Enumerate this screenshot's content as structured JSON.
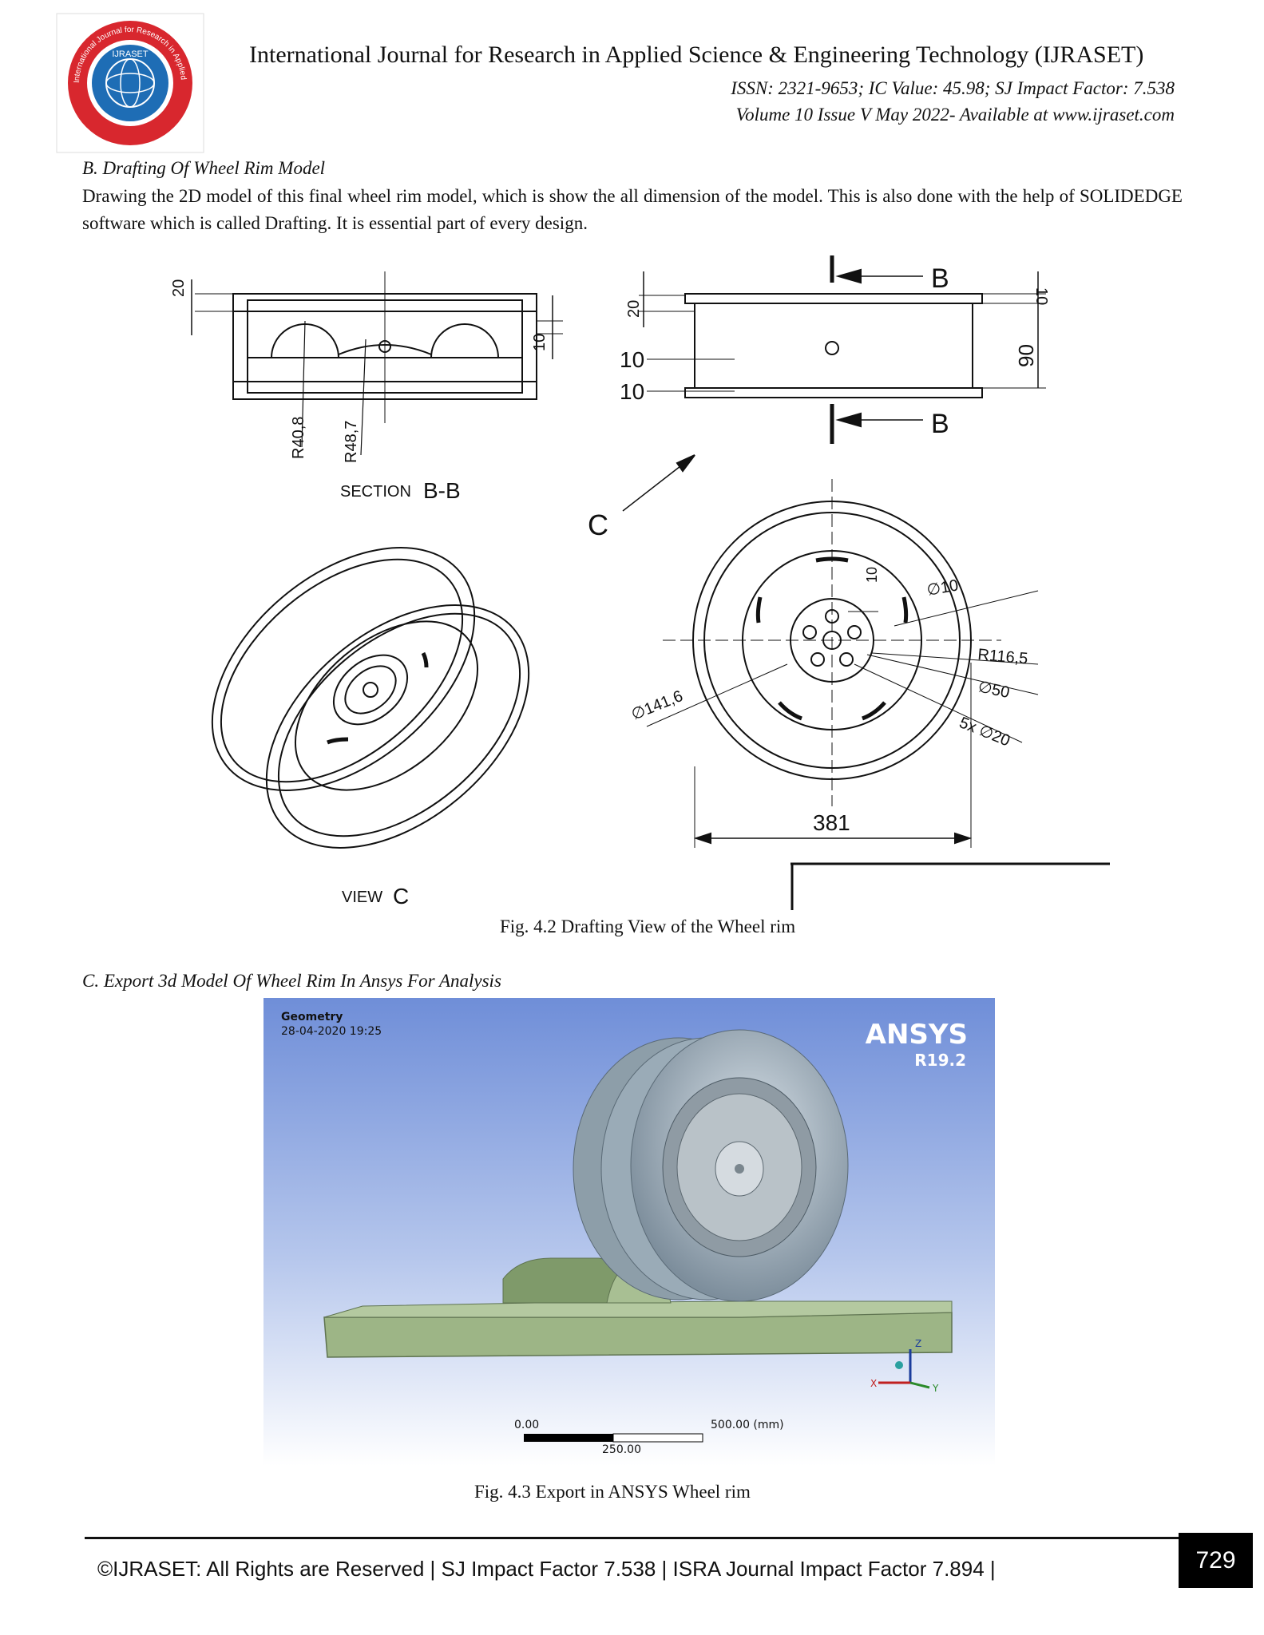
{
  "header": {
    "logo_text": "International Journal for Research in Applied Science & Engineering Technology",
    "logo_center": "IJRASET",
    "title": "International Journal for Research in Applied Science & Engineering Technology (IJRASET)",
    "issn_line": "ISSN: 2321-9653; IC Value: 45.98; SJ Impact Factor: 7.538",
    "volume_line": "Volume 10 Issue V May 2022- Available at www.ijraset.com"
  },
  "section_b": {
    "heading": "B.   Drafting Of Wheel Rim Model",
    "paragraph": "Drawing the 2D model of this final wheel rim model, which is show the all dimension of the model. This is also done with the help of SOLIDEDGE software which is called Drafting. It is essential part of every design."
  },
  "drawing": {
    "section_label_prefix": "SECTION ",
    "section_label": "B-B",
    "view_label_prefix": "VIEW ",
    "view_label": "C",
    "arrow_label": "C",
    "cut_label_top": "B",
    "cut_label_bottom": "B",
    "dims": {
      "d20_left": "20",
      "d10_left": "10",
      "r40_8": "R40,8",
      "r48_7": "R48,7",
      "d20_right": "20",
      "d10_right_top": "10",
      "d90": "90",
      "d10_a": "10",
      "d10_b": "10",
      "dia10": "∅10",
      "d10_small": "10",
      "r116_5": "R116,5",
      "dia50": "∅50",
      "holes": "5x  ∅20",
      "dia141_6": "∅141,6",
      "d381": "381"
    }
  },
  "figure_42_caption": "Fig. 4.2 Drafting View of the Wheel rim",
  "section_c": {
    "heading": "C.   Export 3d Model Of Wheel Rim In Ansys For Analysis"
  },
  "ansys": {
    "label": "Geometry",
    "timestamp": "28-04-2020 19:25",
    "brand": "ANSYS",
    "version": "R19.2",
    "scale_start": "0.00",
    "scale_end": "500.00 (mm)",
    "scale_mid": "250.00",
    "axis_z": "Z",
    "axis_x": "X",
    "axis_y": "Y",
    "colors": {
      "bg_top": "#6f8ed8",
      "bg_bottom": "#ffffff",
      "road": "#9db586",
      "tire": "#a9b9c6"
    }
  },
  "figure_43_caption": "Fig. 4.3 Export in ANSYS Wheel rim",
  "footer": {
    "text": "©IJRASET: All Rights are Reserved | SJ Impact Factor 7.538 | ISRA Journal Impact Factor 7.894 |",
    "page_number": "729"
  }
}
